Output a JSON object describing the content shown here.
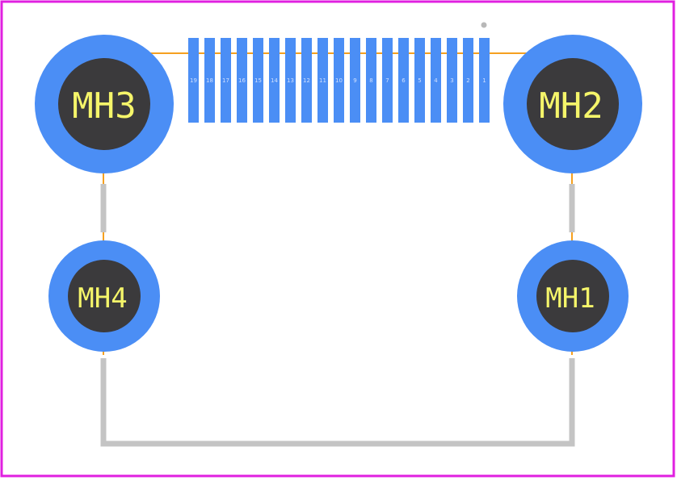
{
  "colors": {
    "background": "#ffffff",
    "board_outline": "#e020e0",
    "pad": "#4b8ef5",
    "hole": "#3b3a3c",
    "label": "#f5f56a",
    "silkscreen": "#c4c4c4",
    "courtyard": "#f5a020",
    "pin1_marker": "#b8b8b8"
  },
  "mounting_holes": [
    {
      "id": "mh3",
      "label": "MH3",
      "size": "large"
    },
    {
      "id": "mh2",
      "label": "MH2",
      "size": "large"
    },
    {
      "id": "mh4",
      "label": "MH4",
      "size": "small"
    },
    {
      "id": "mh1",
      "label": "MH1",
      "size": "small"
    }
  ],
  "pins": [
    {
      "label": "19"
    },
    {
      "label": "18"
    },
    {
      "label": "17"
    },
    {
      "label": "16"
    },
    {
      "label": "15"
    },
    {
      "label": "14"
    },
    {
      "label": "13"
    },
    {
      "label": "12"
    },
    {
      "label": "11"
    },
    {
      "label": "10"
    },
    {
      "label": "9"
    },
    {
      "label": "8"
    },
    {
      "label": "7"
    },
    {
      "label": "6"
    },
    {
      "label": "5"
    },
    {
      "label": "4"
    },
    {
      "label": "3"
    },
    {
      "label": "2"
    },
    {
      "label": "1"
    }
  ]
}
